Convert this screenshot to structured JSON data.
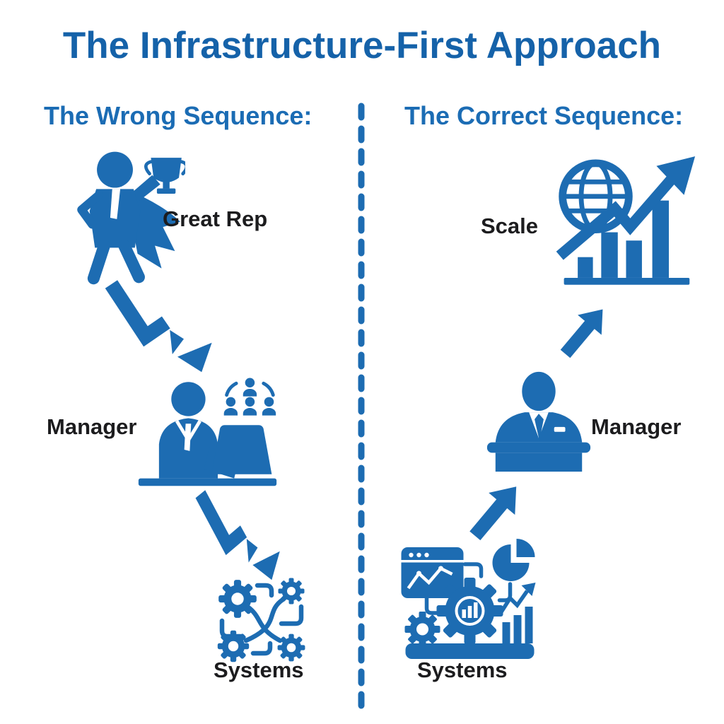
{
  "title": "The Infrastructure-First Approach",
  "colors": {
    "title_blue": "#1562a9",
    "header_blue": "#1b6cb4",
    "icon_blue": "#1d6cb2",
    "label_dark": "#1c1c1e",
    "background": "#ffffff"
  },
  "left_column": {
    "header": "The Wrong Sequence:",
    "steps": [
      {
        "label": "Great Rep",
        "icon": "superhero-trophy-icon"
      },
      {
        "label": "Manager",
        "icon": "manager-laptop-team-icon"
      },
      {
        "label": "Systems",
        "icon": "tangled-gears-icon"
      }
    ],
    "connector": "broken-arrow-down-right"
  },
  "right_column": {
    "header": "The Correct Sequence:",
    "steps": [
      {
        "label": "Systems",
        "icon": "systems-dashboard-icon"
      },
      {
        "label": "Manager",
        "icon": "manager-podium-icon"
      },
      {
        "label": "Scale",
        "icon": "globe-growth-chart-icon"
      }
    ],
    "connector": "solid-arrow-up-right"
  },
  "divider": "vertical-dashed-line"
}
